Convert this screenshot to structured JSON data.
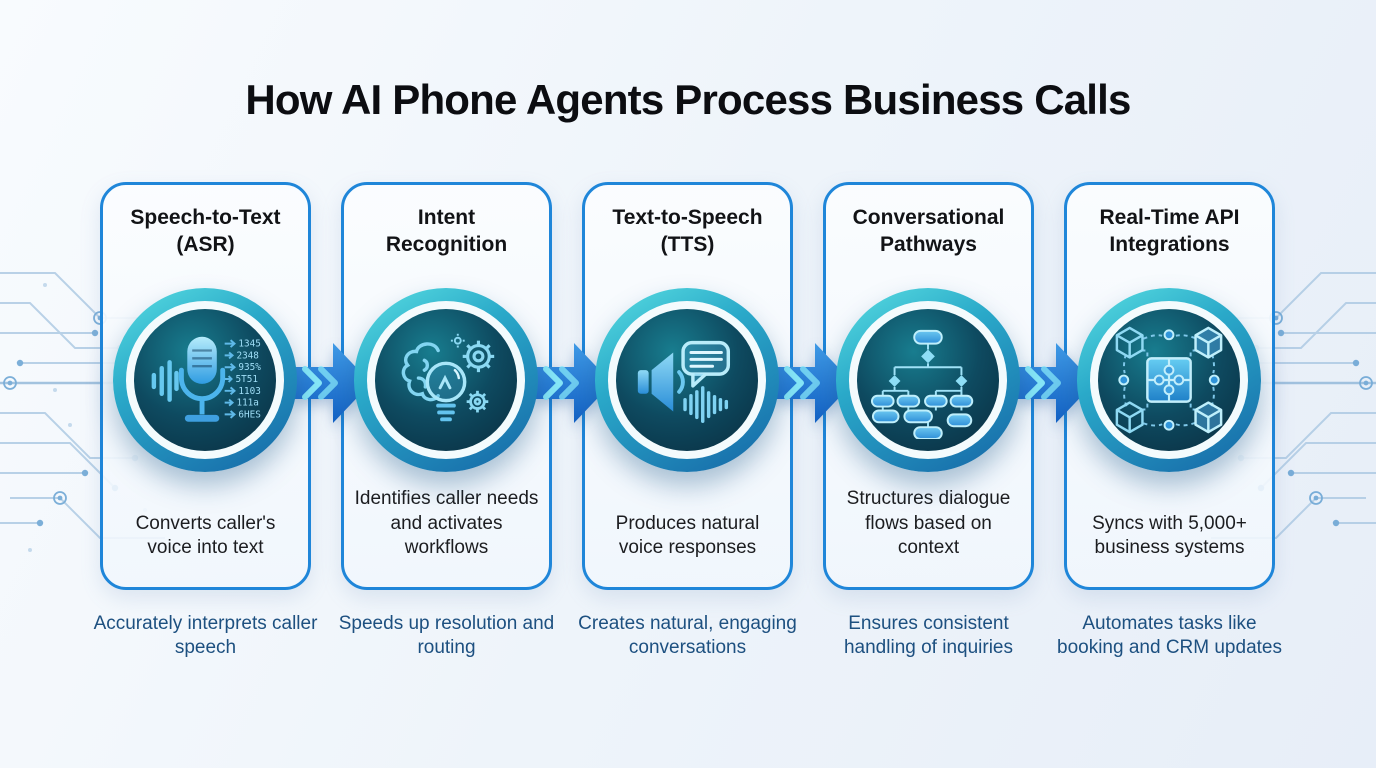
{
  "title": "How AI Phone Agents Process Business Calls",
  "steps": [
    {
      "title": "Speech-to-Text (ASR)",
      "description": "Converts caller's voice into text",
      "caption": "Accurately interprets caller speech",
      "icon": "microphone-asr-icon",
      "icon_rows": [
        "1345",
        "2348",
        "935%",
        "5T51",
        "1103",
        "111a",
        "6HES"
      ]
    },
    {
      "title": "Intent Recognition",
      "description": "Identifies caller needs and activates workflows",
      "caption": "Speeds up resolution and routing",
      "icon": "brain-bulb-gears-icon"
    },
    {
      "title": "Text-to-Speech (TTS)",
      "description": "Produces natural voice responses",
      "caption": "Creates natural, engaging conversations",
      "icon": "speaker-chat-waveform-icon"
    },
    {
      "title": "Conversational Pathways",
      "description": "Structures dialogue flows based on context",
      "caption": "Ensures consistent handling of inquiries",
      "icon": "flowchart-icon"
    },
    {
      "title": "Real-Time API Integrations",
      "description": "Syncs with 5,000+ business systems",
      "caption": "Automates tasks like booking and CRM updates",
      "icon": "api-puzzle-network-icon"
    }
  ],
  "colors": {
    "card_border": "#1f86d9",
    "arrow_blue": "#1e79d8",
    "ring_teal": "#3fc9d6",
    "ring_blue": "#1565a6",
    "inner_circle_dark": "#0b3347",
    "icon_cyan": "#7fd8f3",
    "caption_text": "#1d5080",
    "title_text": "#0c0d11",
    "background": "#eef3fa"
  }
}
